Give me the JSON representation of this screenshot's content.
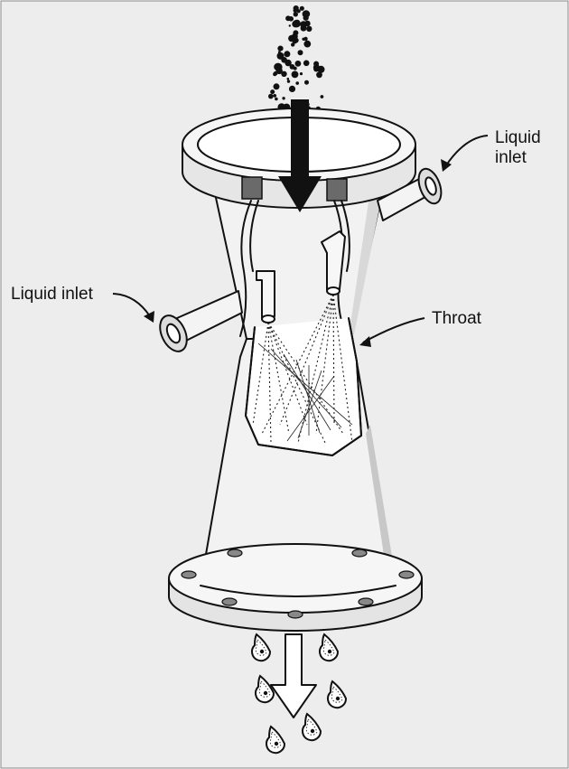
{
  "labels": {
    "liquid_inlet_right_line1": "Liquid",
    "liquid_inlet_right_line2": "inlet",
    "liquid_inlet_left": "Liquid inlet",
    "throat": "Throat"
  },
  "colors": {
    "background": "#ededed",
    "body_fill": "#f2f2f2",
    "shade": "#c8c8c8",
    "ink": "#111111"
  }
}
